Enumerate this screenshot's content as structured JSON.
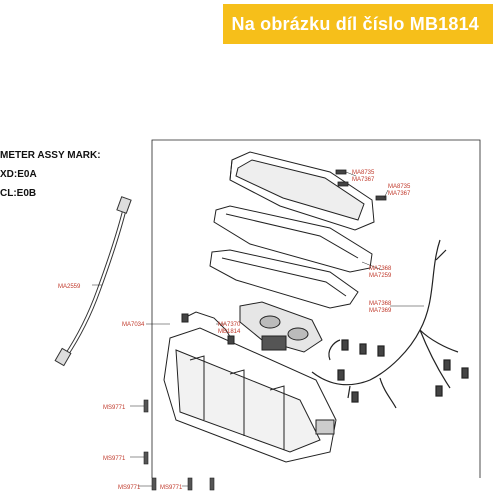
{
  "banner": {
    "text": "Na obrázku díl číslo MB1814"
  },
  "meter_assy": {
    "heading": "METER ASSY MARK:",
    "xd": "XD:E0A",
    "cl": "CL:E0B"
  },
  "part_labels": [
    {
      "id": "ma8735-a",
      "text": "MA8735"
    },
    {
      "id": "ma7367-a",
      "text": "MA7367"
    },
    {
      "id": "ma8735-b",
      "text": "MA8735"
    },
    {
      "id": "ma7367-b",
      "text": "MA7367"
    },
    {
      "id": "ma7368-a",
      "text": "MA7368"
    },
    {
      "id": "ma7259",
      "text": "MA7259"
    },
    {
      "id": "ma7368-b",
      "text": "MA7368"
    },
    {
      "id": "ma7369",
      "text": "MA7369"
    },
    {
      "id": "ma2559",
      "text": "MA2559"
    },
    {
      "id": "ma7034",
      "text": "MA7034"
    },
    {
      "id": "ma7370",
      "text": "MA7370"
    },
    {
      "id": "mb1814",
      "text": "MB1814"
    },
    {
      "id": "ms9771-a",
      "text": "MS9771"
    },
    {
      "id": "ms9771-b",
      "text": "MS9771"
    },
    {
      "id": "ms9771-c",
      "text": "MS9771"
    },
    {
      "id": "ms9771-d",
      "text": "MS9771"
    }
  ],
  "colors": {
    "banner": "#f6bf1a",
    "label": "#c0392b",
    "line": "#222222"
  }
}
